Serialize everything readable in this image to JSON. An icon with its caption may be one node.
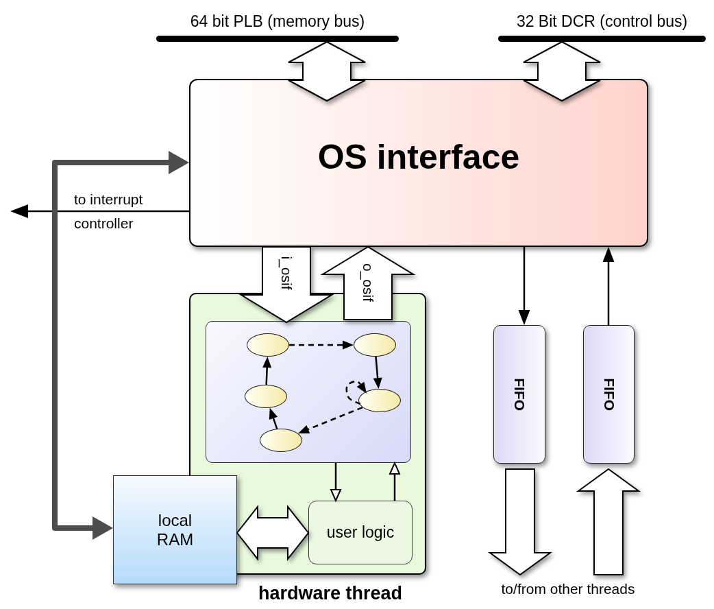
{
  "diagram": {
    "nodes": [
      {
        "text": [
          "64 bit PLB (memory bus)"
        ]
      },
      {
        "text": [
          "32 Bit DCR (control bus)"
        ]
      },
      {
        "text": [
          "OS interface"
        ]
      },
      {
        "text": [
          "hardware thread"
        ]
      },
      {
        "text": [],
        "shape": "box",
        "in": 3
      },
      {
        "text": [],
        "shape": "ellipse",
        "in": 4
      },
      {
        "text": [],
        "shape": "ellipse",
        "in": 4
      },
      {
        "text": [],
        "shape": "ellipse",
        "in": 4
      },
      {
        "text": [],
        "shape": "ellipse",
        "in": 4
      },
      {
        "text": [],
        "shape": "ellipse",
        "in": 4
      },
      {
        "text": [
          "local RAM"
        ]
      },
      {
        "text": [
          "user logic"
        ],
        "in": 3
      },
      {
        "text": [
          "FIFO"
        ]
      },
      {
        "text": [
          "FIFO"
        ]
      },
      {
        "text": [
          "to/from other threads"
        ]
      }
    ],
    "edges": [
      {
        "from": 0,
        "to": 2,
        "arrow": "both",
        "style": "thick"
      },
      {
        "from": 1,
        "to": 2,
        "arrow": "both",
        "style": "thick"
      },
      {
        "from": 2,
        "to": null,
        "arrow": "to",
        "label": "to interrupt controller"
      },
      {
        "from": 10,
        "to": 2,
        "arrow": "both",
        "style": "thick",
        "color": "#4d4d4d"
      },
      {
        "from": 2,
        "to": 4,
        "arrow": "to",
        "style": "thick",
        "label": "i_osif"
      },
      {
        "from": 4,
        "to": 2,
        "arrow": "to",
        "style": "thick",
        "label": "o_osif"
      },
      {
        "from": 2,
        "to": 12,
        "arrow": "to"
      },
      {
        "from": 13,
        "to": 2,
        "arrow": "to"
      },
      {
        "from": 12,
        "to": 14,
        "arrow": "to",
        "style": "thick"
      },
      {
        "from": 14,
        "to": 13,
        "arrow": "to",
        "style": "thick"
      },
      {
        "from": 4,
        "to": 11,
        "arrow": "to"
      },
      {
        "from": 11,
        "to": 4,
        "arrow": "to"
      },
      {
        "from": 10,
        "to": 11,
        "arrow": "both",
        "style": "thick"
      },
      {
        "from": 5,
        "to": 6,
        "arrow": "to",
        "style": "dashed"
      },
      {
        "from": 6,
        "to": 8,
        "arrow": "to"
      },
      {
        "from": 8,
        "to": 8,
        "arrow": "to",
        "style": "dashed"
      },
      {
        "from": 8,
        "to": 9,
        "arrow": "to",
        "style": "dashed"
      },
      {
        "from": 9,
        "to": 7,
        "arrow": "to"
      },
      {
        "from": 7,
        "to": 5,
        "arrow": "to"
      }
    ]
  }
}
